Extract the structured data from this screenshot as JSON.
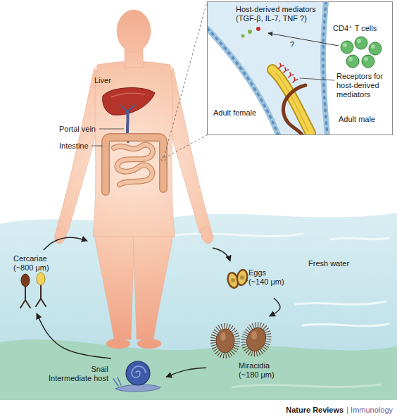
{
  "diagram": {
    "nodes": [
      {
        "text": [
          "Host-derived mediators (TGF-β, IL-7, TNF ?)",
          "CD4⁺ T cells",
          "?",
          "Receptors for host-derived mediators",
          "Adult female",
          "Adult male"
        ]
      },
      {
        "text": [
          "Eggs (~140 μm)"
        ]
      },
      {
        "text": [
          "Miracidia (~180 μm)"
        ]
      },
      {
        "text": [
          "Snail Intermediate host"
        ]
      },
      {
        "text": [
          "Cercariae (~800 μm)"
        ]
      }
    ],
    "edges": [
      {
        "from": 1,
        "to": 2,
        "arrow": "to"
      },
      {
        "from": 2,
        "to": 3,
        "arrow": "to"
      },
      {
        "from": 3,
        "to": 4,
        "arrow": "to"
      }
    ],
    "labels": [
      "Liver",
      "Portal vein",
      "Intestine",
      "Fresh water",
      "Nature Reviews",
      "| Immunology"
    ]
  }
}
